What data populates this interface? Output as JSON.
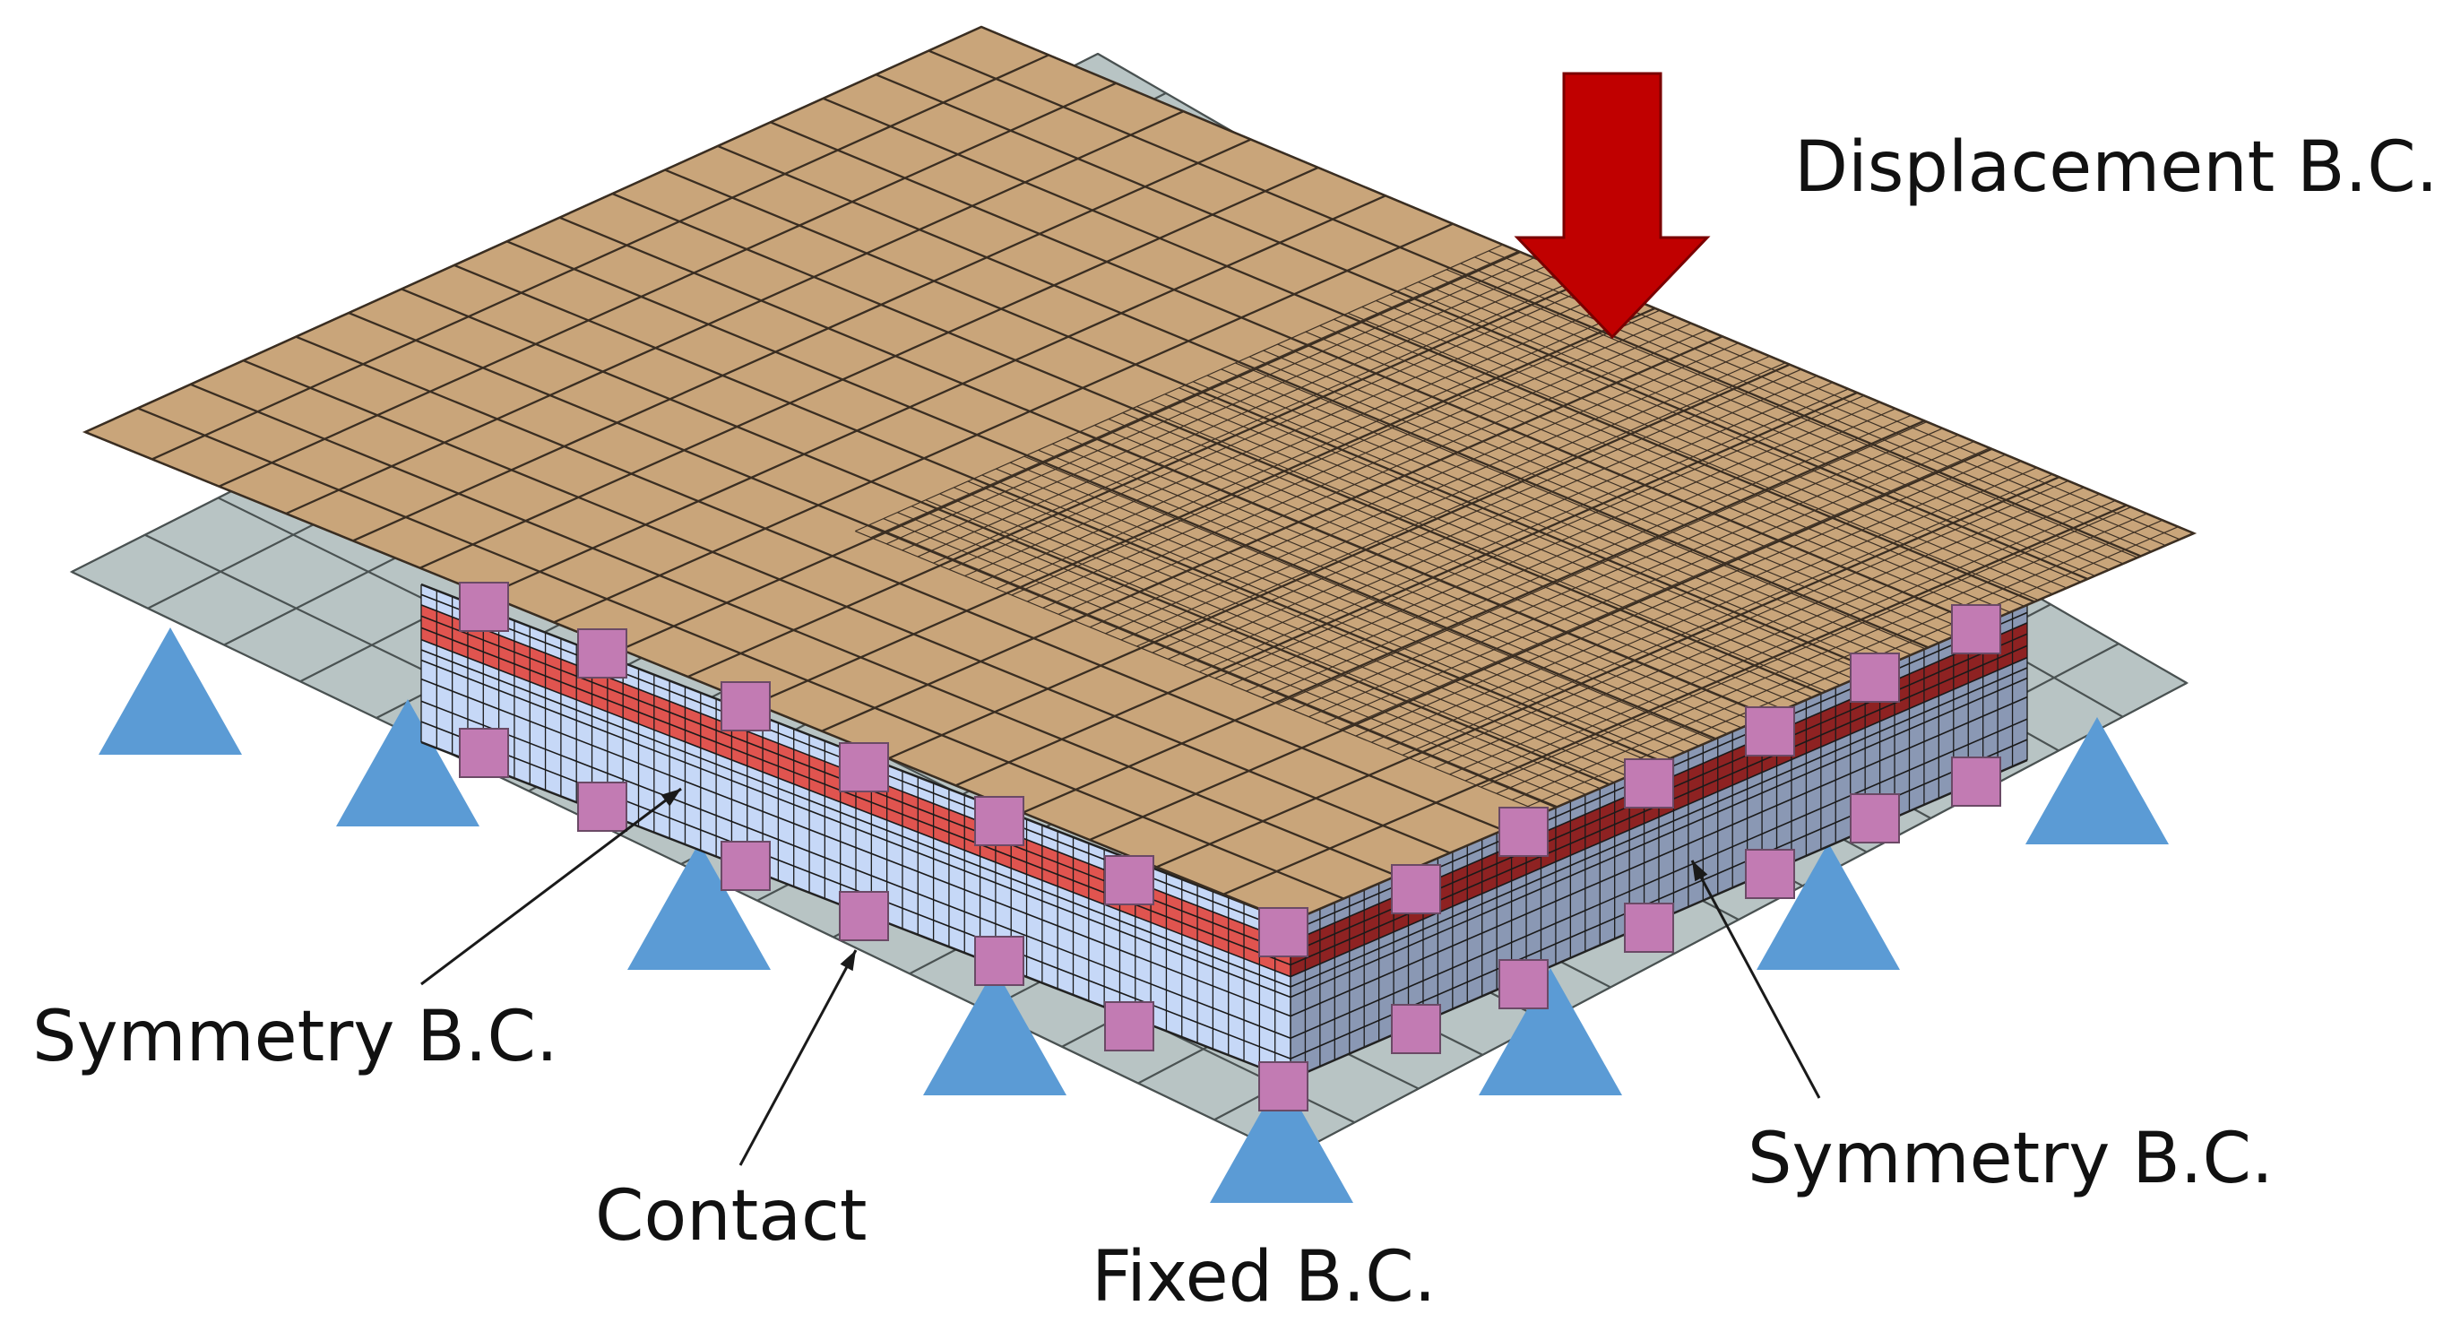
{
  "labels": {
    "displacement": "Displacement B.C.",
    "symmetry_left": "Symmetry B.C.",
    "contact": "Contact",
    "fixed": "Fixed B.C.",
    "symmetry_right": "Symmetry B.C."
  },
  "colors": {
    "top_plate": "#C9A57A",
    "top_plate_grid": "#3a2e22",
    "bottom_plate": "#B8C4C4",
    "bottom_plate_grid": "#4a5252",
    "layer_blue": "#C6D8F7",
    "layer_red_front": "#E0544F",
    "layer_red_side": "#8E2222",
    "layer_dark_side": "#8A98B4",
    "fixed_support": "#5B9BD5",
    "symmetry_marker": "#C27BB3",
    "arrow": "#C00000"
  },
  "icons": {
    "fixed_support": "triangle-support-icon",
    "symmetry_marker": "square-marker-icon",
    "displacement": "down-arrow-icon"
  }
}
